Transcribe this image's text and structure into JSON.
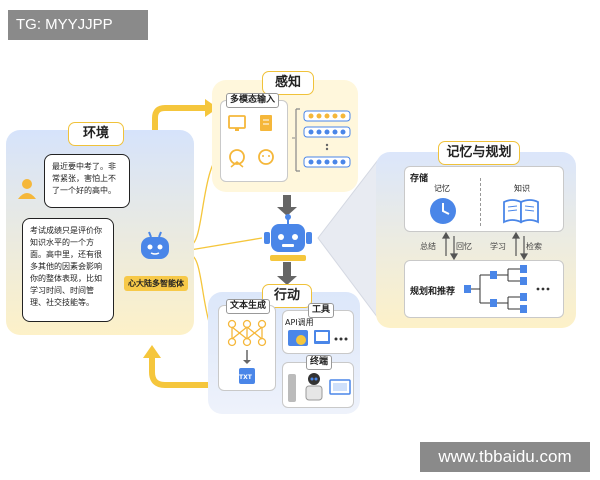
{
  "watermarks": {
    "top": "TG: MYYJJPP",
    "bottom": "www.tbbaidu.com"
  },
  "environment": {
    "title": "环境",
    "bubble1": "最近要中考了。非常紧张，害怕上不了一个好的高中。",
    "bubble2": "考试成绩只是评价你知识水平的一个方面。高中里，还有很多其他的因素会影响你的整体表现，比如学习时间、时间管理、社交技能等。",
    "agent_name": "心大陆多智能体"
  },
  "perception": {
    "title": "感知",
    "multimodal": "多模态输入"
  },
  "action": {
    "title": "行动",
    "textgen": "文本生成",
    "tools": "工具",
    "api": "API调用",
    "terminal": "终端",
    "txt": "TXT"
  },
  "memory": {
    "title": "记忆与规划",
    "storage": "存储",
    "memory_label": "记忆",
    "knowledge_label": "知识",
    "arrows": [
      "总结",
      "回忆",
      "学习",
      "检索"
    ],
    "planning": "规划和推荐"
  },
  "colors": {
    "accent": "#f5c63c",
    "blue": "#4a86e8",
    "panel_blue": "#dce7fa"
  }
}
